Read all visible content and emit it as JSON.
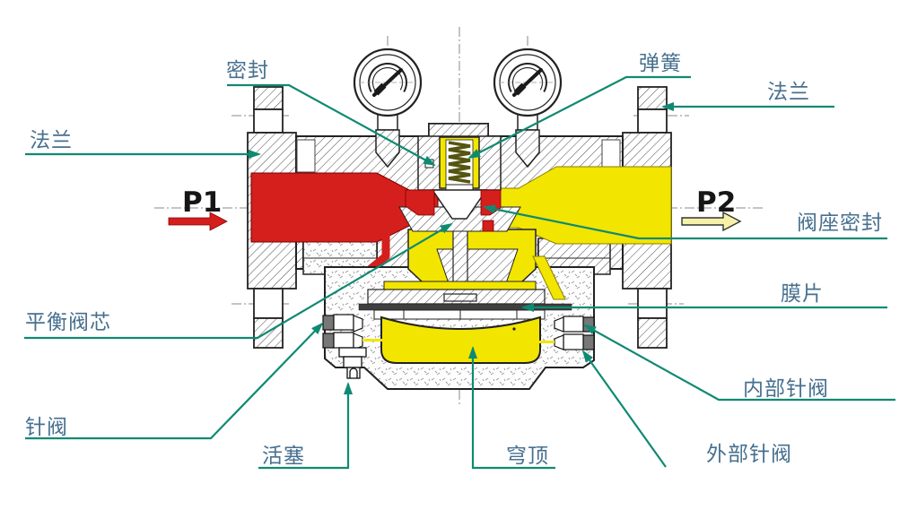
{
  "diagram": {
    "type": "pressure-regulator-valve-cross-section",
    "flow_markers": {
      "inlet": "P1",
      "outlet": "P2"
    },
    "labels": {
      "seal": "密封",
      "spring": "弹簧",
      "flange_left": "法兰",
      "flange_right": "法兰",
      "valve_seat_seal": "阀座密封",
      "diaphragm": "膜片",
      "balance_valve_core": "平衡阀芯",
      "needle_valve": "针阀",
      "piston": "活塞",
      "dome": "穹顶",
      "internal_needle_valve": "内部针阀",
      "external_needle_valve": "外部针阀"
    },
    "colors": {
      "inlet_flow": "#d41f1c",
      "outlet_flow": "#f2e500",
      "outlet_arrow_fill": "#f5f2a8",
      "leader_line": "#0f8a72",
      "label_text": "#47708f",
      "line_work": "#222222"
    }
  }
}
